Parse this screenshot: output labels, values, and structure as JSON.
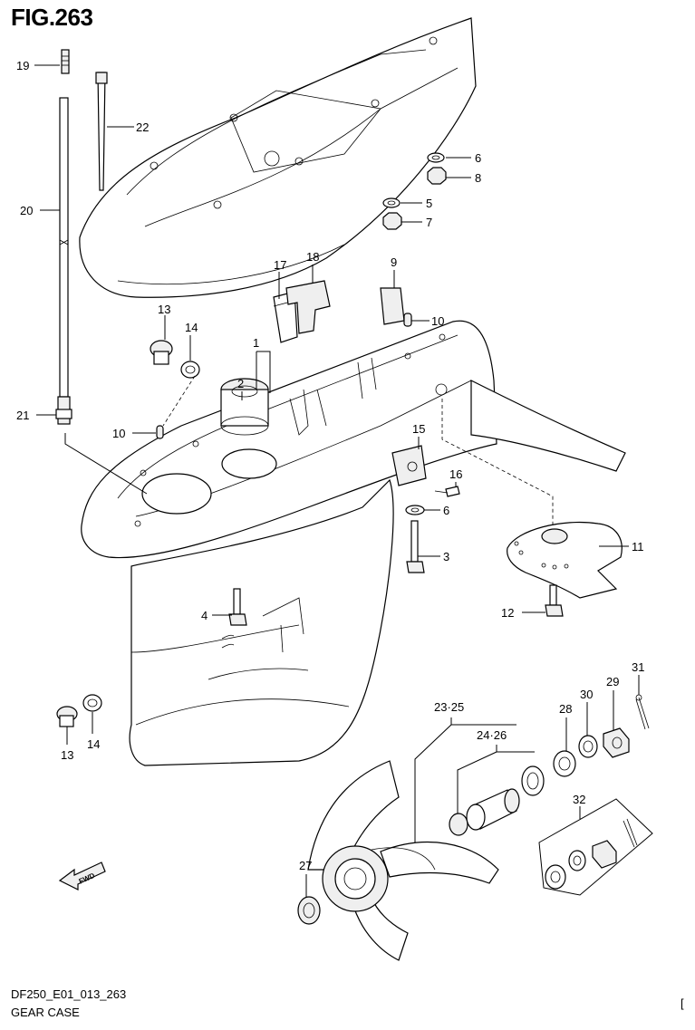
{
  "figure": {
    "title": "FIG.263"
  },
  "footer": {
    "code": "DF250_E01_013_263",
    "name": "GEAR CASE",
    "corner_mark": "["
  },
  "callouts": {
    "c1": "1",
    "c2": "2",
    "c3": "3",
    "c4": "4",
    "c5": "5",
    "c6a": "6",
    "c6b": "6",
    "c7": "7",
    "c8": "8",
    "c9": "9",
    "c10a": "10",
    "c10b": "10",
    "c11": "11",
    "c12": "12",
    "c13a": "13",
    "c13b": "13",
    "c14a": "14",
    "c14b": "14",
    "c15": "15",
    "c16": "16",
    "c17": "17",
    "c18": "18",
    "c19": "19",
    "c20": "20",
    "c21": "21",
    "c22": "22",
    "c23": "23·25",
    "c24": "24·26",
    "c27": "27",
    "c28": "28",
    "c29": "29",
    "c30": "30",
    "c31": "31",
    "c32": "32"
  },
  "badges": {
    "fwd": "FWD"
  },
  "icons": {
    "direction_arrow": "fwd-arrow-icon"
  }
}
